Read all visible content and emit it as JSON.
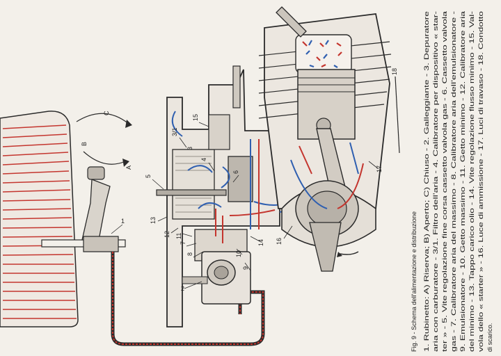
{
  "caption": {
    "title": "Fig. 9 - Schema dell'alimentazione e distribuzione",
    "lines": [
      "1. Rubinetto: A) Riserva; B) Aperto; C) Chiuso - 2. Galleggiante - 3. Depuratore",
      "aria con carburatore - 3/1. Filtro dell'aria - 4. Calibratore per dispositivo « star-",
      "ter » - 5. Vite regolazione fine corsa cassetto valvola gas - 6. Cassetto valvola",
      "gas - 7. Calibratore aria del massimo - 8. Calibratore aria dell'emulsionatore -",
      "9. Emulsionatore - 10. Getto massimo - 11. Getto minimo - 12. Calibratore aria",
      "del minimo - 13. Tappo carico olio - 14. Vite regolazione flusso minimo - 15. Val-",
      "vola dello « starter » - 16. Luce di ammissione - 17. Luci di travaso - 18. Condotto",
      "di scarico."
    ]
  },
  "labels": {
    "n1": "1",
    "n2": "2",
    "n3": "3",
    "n31": "3/1",
    "n4": "4",
    "n5": "5",
    "n6": "6",
    "n7": "7",
    "n8": "8",
    "n9": "9",
    "n10": "10",
    "n11": "11",
    "n12": "12",
    "n13": "13",
    "n14": "14",
    "n15": "15",
    "n16": "16",
    "n17": "17",
    "n18": "18",
    "A": "A",
    "B": "B",
    "C": "C"
  },
  "colors": {
    "fuel_red": "#c4352e",
    "air_blue": "#2f5fb0",
    "line": "#2a2a2a"
  }
}
